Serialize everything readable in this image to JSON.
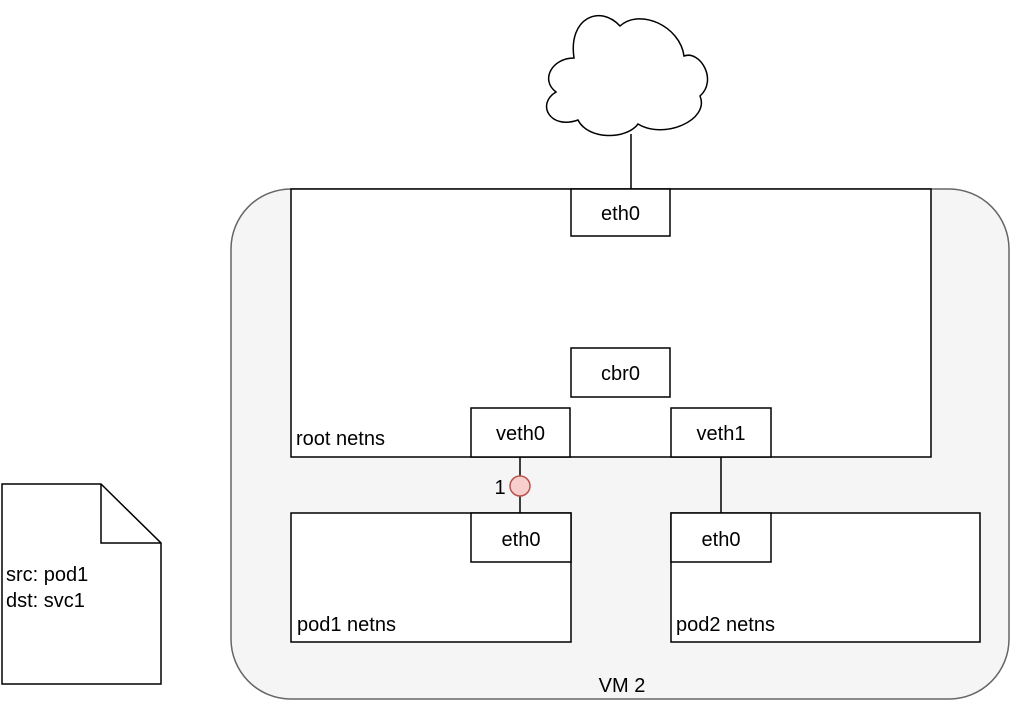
{
  "vm": {
    "label": "VM 2"
  },
  "root_netns": {
    "label": "root netns",
    "eth0": "eth0",
    "bridge": "cbr0",
    "veth0": "veth0",
    "veth1": "veth1"
  },
  "pod1_netns": {
    "label": "pod1 netns",
    "eth0": "eth0"
  },
  "pod2_netns": {
    "label": "pod2 netns",
    "eth0": "eth0"
  },
  "packet": {
    "src_line": "src: pod1",
    "dst_line": "dst: svc1"
  },
  "step_marker": {
    "label": "1",
    "color": "#f8cecc",
    "stroke": "#b85450"
  },
  "colors": {
    "vm_fill": "#f5f5f5",
    "vm_stroke": "#666666",
    "box_fill": "#ffffff",
    "box_stroke": "#000000"
  }
}
